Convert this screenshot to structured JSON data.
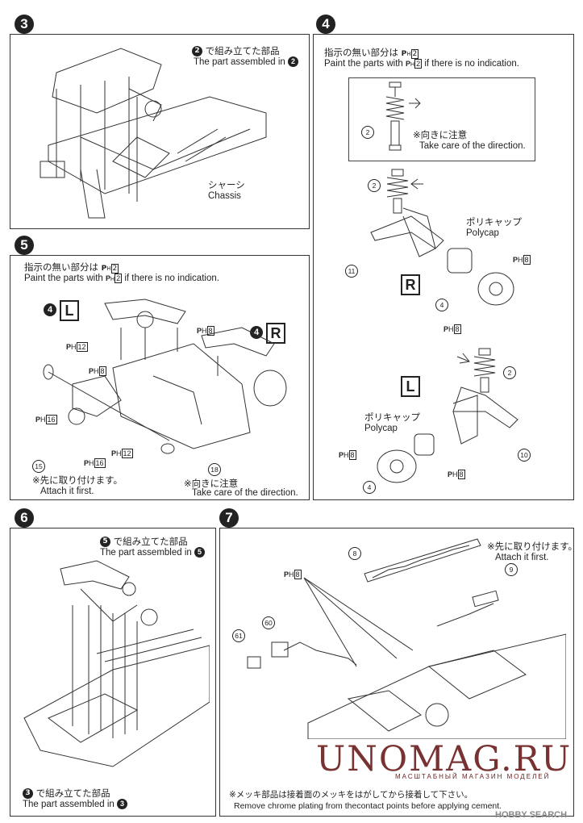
{
  "step3": {
    "badge": "3",
    "callout_jp": "で組み立てた部品",
    "callout_ref": "2",
    "callout_en": "The part assembled in",
    "chassis_jp": "シャーシ",
    "chassis_en": "Chassis"
  },
  "step4": {
    "badge": "4",
    "paint_jp": "指示の無い部分は",
    "paint_code": "H",
    "paint_num": "2",
    "paint_en_pre": "Paint the parts with",
    "paint_en_post": "if there is no indication.",
    "direction_jp": "※向きに注意",
    "direction_en": "Take care of the direction.",
    "part_shock": "2",
    "right_label": "R",
    "left_label": "L",
    "polycap_jp": "ポリキャップ",
    "polycap_en": "Polycap",
    "part_11": "11",
    "part_10": "10",
    "part_4": "4",
    "ph_8": "8"
  },
  "step5": {
    "badge": "5",
    "paint_jp": "指示の無い部分は",
    "paint_code": "H",
    "paint_num": "2",
    "paint_en_pre": "Paint the parts with",
    "paint_en_post": "if there is no indication.",
    "left_ref": "4",
    "left_label": "L",
    "right_ref": "4",
    "right_label": "R",
    "ph_12": "12",
    "ph_8": "8",
    "ph_16": "16",
    "part_15": "15",
    "part_18": "18",
    "first_jp": "※先に取り付けます。",
    "first_en": "Attach it first.",
    "direction_jp": "※向きに注意",
    "direction_en": "Take care of the direction."
  },
  "step6": {
    "badge": "6",
    "callout_top_ref": "5",
    "callout_top_jp": "で組み立てた部品",
    "callout_top_en": "The part assembled in",
    "callout_bottom_ref": "3",
    "callout_bottom_jp": "で組み立てた部品",
    "callout_bottom_en": "The part assembled in"
  },
  "step7": {
    "badge": "7",
    "part_8": "8",
    "part_9": "9",
    "part_60": "60",
    "part_61": "61",
    "ph_8": "8",
    "first_jp": "※先に取り付けます。",
    "first_en": "Attach it first.",
    "chrome_jp": "※メッキ部品は接着面のメッキをはがしてから接着して下さい。",
    "chrome_en": "Remove chrome plating from thecontact points before applying cement."
  },
  "watermark": {
    "main": "UNOMAG.RU",
    "sub": "МАСШТАБНЫЙ МАГАЗИН МОДЕЛЕЙ",
    "logo": "HOBBY SEARCH"
  }
}
